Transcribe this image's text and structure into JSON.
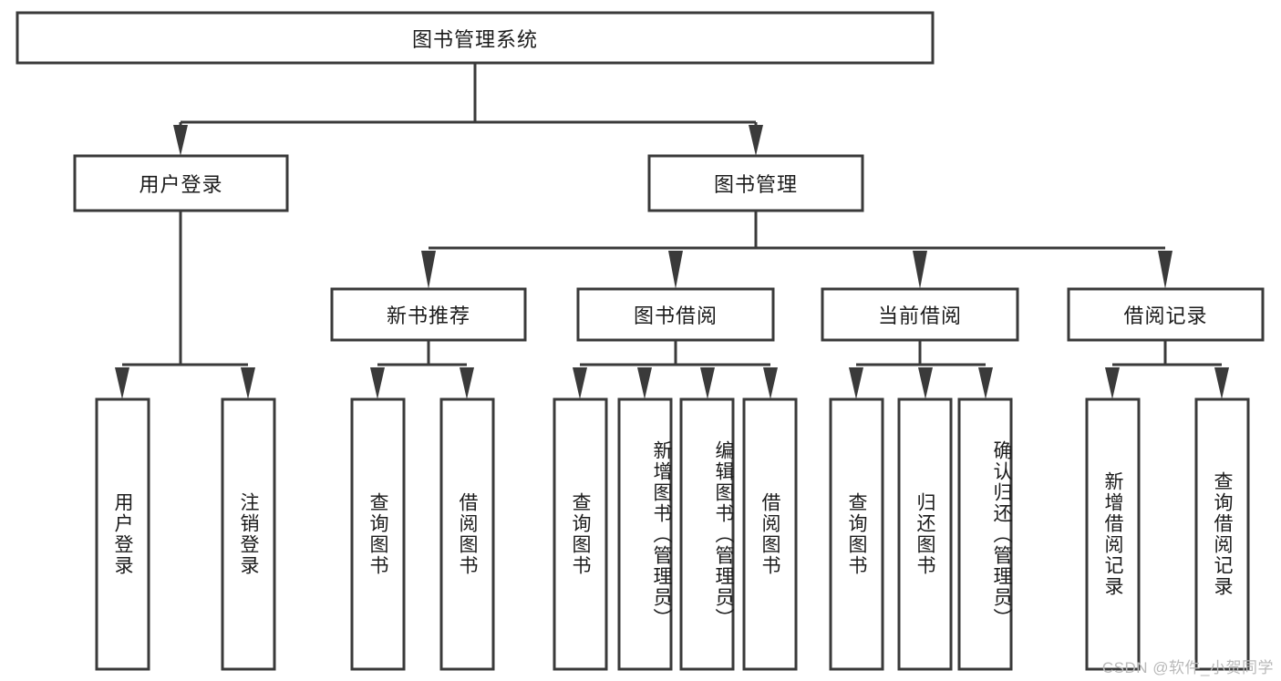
{
  "diagram": {
    "type": "tree",
    "title": "图书管理系统",
    "watermark": "CSDN @软件_小贺同学",
    "colors": {
      "stroke": "#3a3a3a",
      "fill": "#ffffff",
      "text": "#1b1b1b",
      "watermark": "#b9b9b9",
      "background": "#ffffff"
    },
    "root": {
      "label": "图书管理系统"
    },
    "level2": [
      {
        "label": "用户登录"
      },
      {
        "label": "图书管理"
      }
    ],
    "level3": [
      {
        "label": "新书推荐"
      },
      {
        "label": "图书借阅"
      },
      {
        "label": "当前借阅"
      },
      {
        "label": "借阅记录"
      }
    ],
    "leaves": {
      "user_login": [
        {
          "label": "用户登录"
        },
        {
          "label": "注销登录"
        }
      ],
      "new_book_recommend": [
        {
          "label": "查询图书"
        },
        {
          "label": "借阅图书"
        }
      ],
      "book_borrow": [
        {
          "label": "查询图书"
        },
        {
          "label": "新增图书（管理员）"
        },
        {
          "label": "编辑图书（管理员）"
        },
        {
          "label": "借阅图书"
        }
      ],
      "current_borrow": [
        {
          "label": "查询图书"
        },
        {
          "label": "归还图书"
        },
        {
          "label": "确认归还（管理员）"
        }
      ],
      "borrow_record": [
        {
          "label": "新增借阅记录"
        },
        {
          "label": "查询借阅记录"
        }
      ]
    }
  }
}
